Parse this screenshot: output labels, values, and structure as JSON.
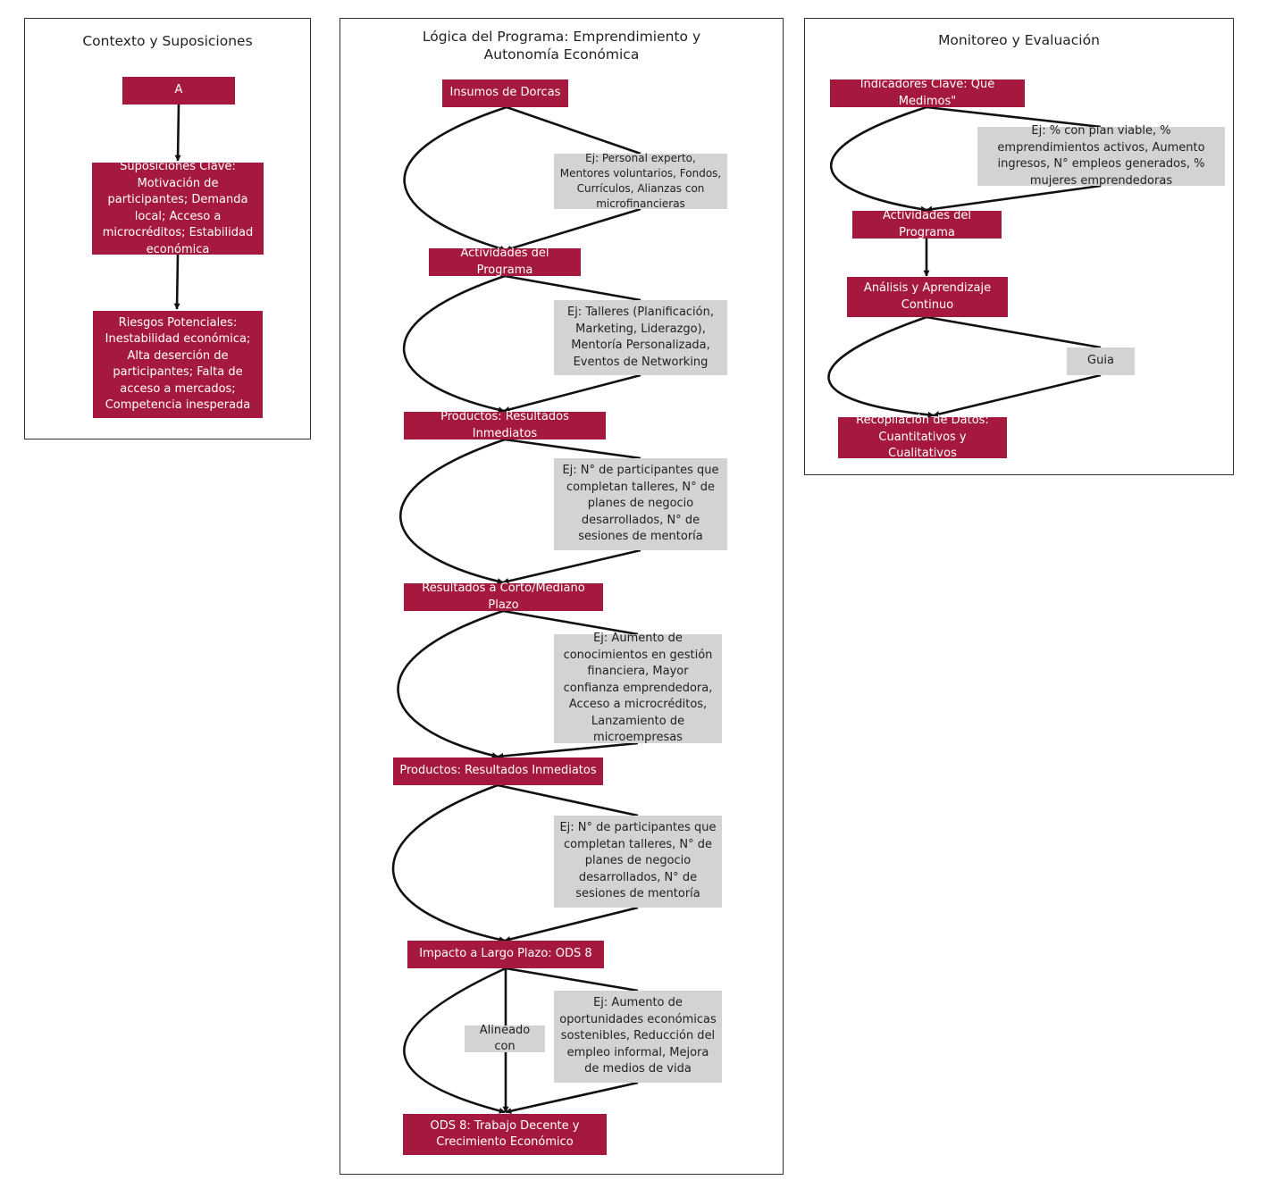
{
  "colors": {
    "primary": "#a4193d",
    "secondary": "#d3d3d3",
    "line": "#111111"
  },
  "panels": {
    "context": {
      "title": "Contexto y Suposiciones"
    },
    "logic": {
      "title": "Lógica del Programa: Emprendimiento y Autonomía Económica"
    },
    "monitoring": {
      "title": "Monitoreo y Evaluación"
    }
  },
  "nodes": {
    "ctx_a": "A",
    "ctx_assumptions": "Suposiciones Clave: Motivación de participantes; Demanda local; Acceso a microcréditos; Estabilidad económica",
    "ctx_risks": "Riesgos Potenciales: Inestabilidad económica; Alta deserción de participantes; Falta de acceso a mercados; Competencia inesperada",
    "insumos": "Insumos de Dorcas",
    "insumos_ex": "Ej: Personal experto, Mentores voluntarios, Fondos, Currículos, Alianzas con microfinancieras",
    "actividades": "Actividades del Programa",
    "actividades_ex": "Ej: Talleres (Planificación, Marketing, Liderazgo), Mentoría Personalizada, Eventos de Networking",
    "productos": "Productos: Resultados Inmediatos",
    "productos_ex": "Ej: N° de participantes que completan talleres, N° de planes de negocio desarrollados, N° de sesiones de mentoría",
    "resultados": "Resultados a Corto/Mediano Plazo",
    "resultados_ex": "Ej: Aumento de conocimientos en gestión financiera, Mayor confianza emprendedora, Acceso a microcréditos, Lanzamiento de microempresas",
    "productos2": "Productos: Resultados Inmediatos",
    "productos2_ex": "Ej: N° de participantes que completan talleres, N° de planes de negocio desarrollados, N° de sesiones de mentoría",
    "impacto": "Impacto a Largo Plazo: ODS 8",
    "alineado": "Alineado con",
    "impacto_ex": "Ej: Aumento de oportunidades económicas sostenibles, Reducción del empleo informal, Mejora de medios de vida",
    "ods8": "ODS 8: Trabajo Decente y Crecimiento Económico",
    "indicadores": "Indicadores Clave: Qué Medimos\"",
    "indicadores_ex": "Ej: % con plan viable, % emprendimientos activos, Aumento ingresos, N° empleos generados, % mujeres emprendedoras",
    "mon_actividades": "Actividades del Programa",
    "analisis": "Análisis y Aprendizaje Continuo",
    "guia": "Guia",
    "recopilacion": "Recopilación de Datos: Cuantitativos y Cualitativos"
  }
}
